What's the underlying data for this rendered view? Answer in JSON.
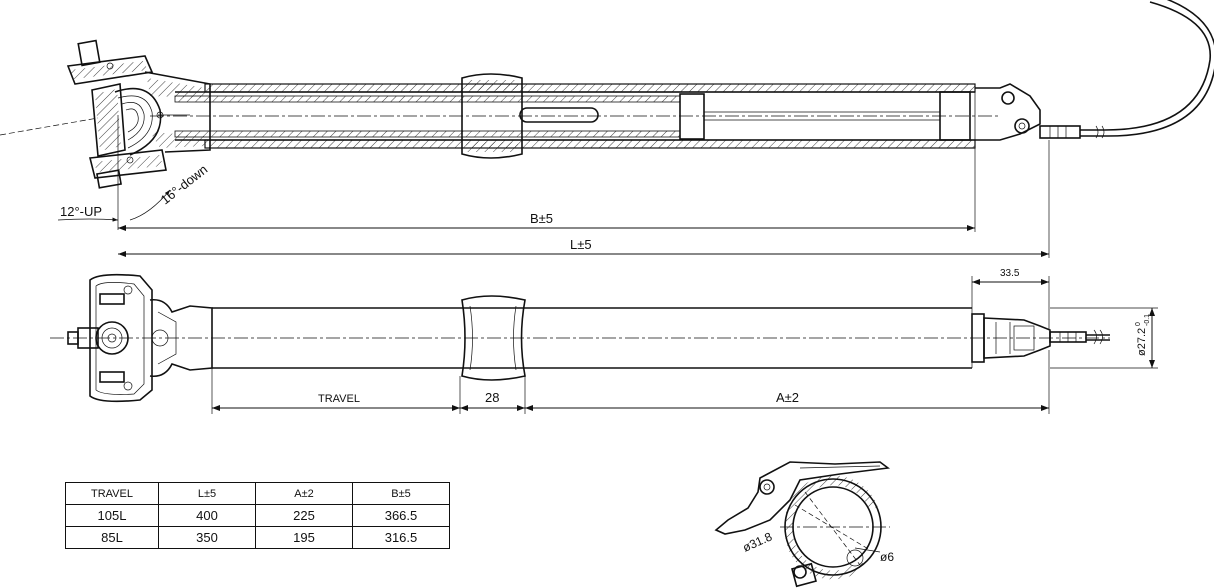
{
  "side_view": {
    "angle_up_label": "12°-UP",
    "angle_down_label": "16°-down",
    "dim_b_label": "B±5",
    "dim_l_label": "L±5"
  },
  "top_view": {
    "dim_33_label": "33.5",
    "travel_label": "TRAVEL",
    "dim_28_label": "28",
    "dim_a_label": "A±2",
    "diameter_label": "ø27.2",
    "diameter_tol_upper": "0",
    "diameter_tol_lower": "-0.1"
  },
  "lever_view": {
    "diameter_clamp_label": "ø31.8",
    "diameter_small_label": "ø6"
  },
  "spec_table": {
    "headers": [
      "TRAVEL",
      "L±5",
      "A±2",
      "B±5"
    ],
    "rows": [
      [
        "105L",
        "400",
        "225",
        "366.5"
      ],
      [
        "85L",
        "350",
        "195",
        "316.5"
      ]
    ]
  }
}
